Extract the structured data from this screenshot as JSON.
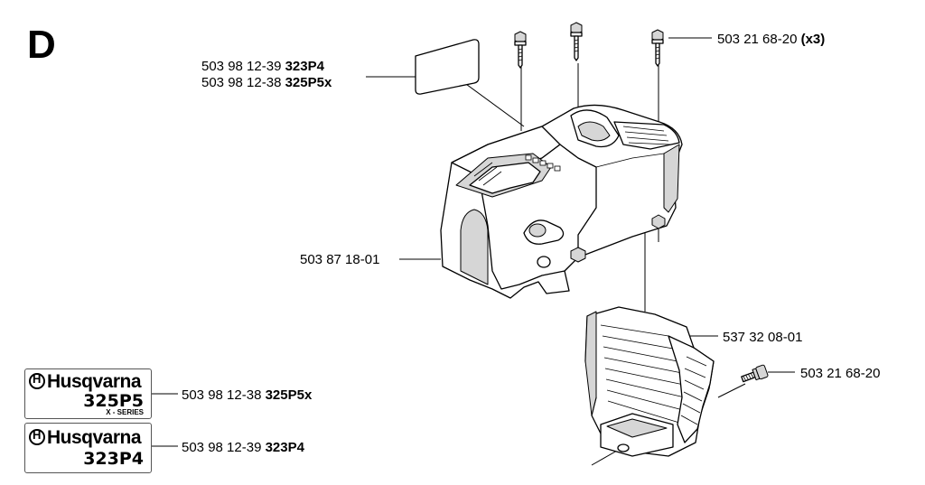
{
  "section_letter": "D",
  "labels": {
    "decal_323": {
      "number": "503 98 12-39",
      "model": "323P4"
    },
    "decal_325": {
      "number": "503 98 12-38",
      "model": "325P5x"
    },
    "screw_x3": {
      "number": "503 21 68-20",
      "qty": "(x3)"
    },
    "cover": {
      "number": "503 87 18-01"
    },
    "guard": {
      "number": "537 32 08-01"
    },
    "screw_single": {
      "number": "503 21 68-20"
    },
    "logo_325": {
      "number": "503 98 12-38",
      "model": "325P5x"
    },
    "logo_323": {
      "number": "503 98 12-39",
      "model": "323P4"
    }
  },
  "logos": {
    "top": {
      "brand": "Husqvarna",
      "model": "325P5",
      "series": "X - SERIES"
    },
    "bottom": {
      "brand": "Husqvarna",
      "model": "323P4"
    }
  }
}
